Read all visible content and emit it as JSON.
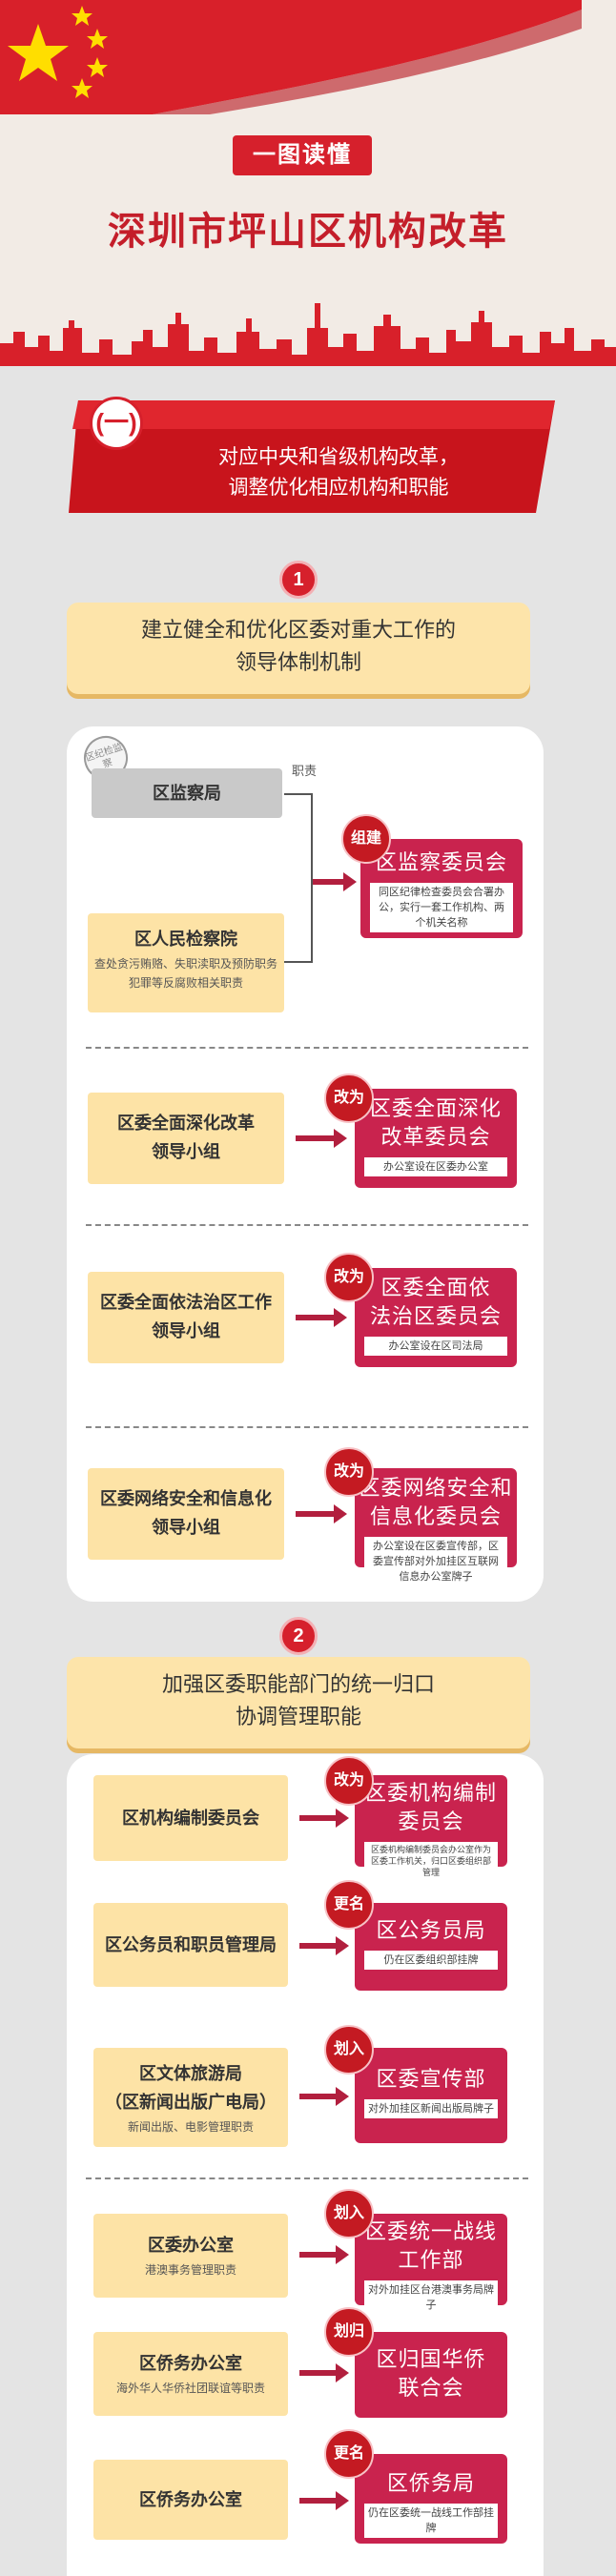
{
  "header": {
    "badge": "一图读懂",
    "title": "深圳市坪山区机构改革"
  },
  "section1": {
    "number": "(一)",
    "lines": [
      "对应中央和省级机构改革，",
      "调整优化相应机构和职能"
    ]
  },
  "part1": {
    "num": "1",
    "lines": [
      "建立健全和优化区委对重大工作的",
      "领导体制机制"
    ],
    "stamp": "区纪检监察",
    "zhize": "职责",
    "left_top": "区监察局",
    "left_mid_title": "区人民检察院",
    "left_mid_sub": [
      "查处贪污贿赂、失职渎职及预防职务",
      "犯罪等反腐败相关职责"
    ],
    "tag1": "组建",
    "right1_title": "区监察委员会",
    "right1_note": "同区纪律检查委员会合署办公，实行一套工作机构、两个机关名称",
    "row2_left": [
      "区委全面深化改革",
      "领导小组"
    ],
    "row2_tag": "改为",
    "row2_right": [
      "区委全面深化",
      "改革委员会"
    ],
    "row2_note": "办公室设在区委办公室",
    "row3_left": [
      "区委全面依法治区工作",
      "领导小组"
    ],
    "row3_tag": "改为",
    "row3_right": [
      "区委全面依",
      "法治区委员会"
    ],
    "row3_note": "办公室设在区司法局",
    "row4_left": [
      "区委网络安全和信息化",
      "领导小组"
    ],
    "row4_tag": "改为",
    "row4_right": [
      "区委网络安全和",
      "信息化委员会"
    ],
    "row4_note": "办公室设在区委宣传部，区委宣传部对外加挂区互联网信息办公室牌子"
  },
  "part2": {
    "num": "2",
    "lines": [
      "加强区委职能部门的统一归口",
      "协调管理职能"
    ],
    "r1_left": "区机构编制委员会",
    "r1_tag": "改为",
    "r1_right": [
      "区委机构编制",
      "委员会"
    ],
    "r1_note": "区委机构编制委员会办公室作为区委工作机关，归口区委组织部管理",
    "r2_left": "区公务员和职员管理局",
    "r2_tag": "更名",
    "r2_right": [
      "区公务员局"
    ],
    "r2_note": "仍在区委组织部挂牌",
    "r3_left": [
      "区文体旅游局",
      "（区新闻出版广电局）"
    ],
    "r3_sub": "新闻出版、电影管理职责",
    "r3_tag": "划入",
    "r3_right": [
      "区委宣传部"
    ],
    "r3_note": "对外加挂区新闻出版局牌子",
    "r4_left": "区委办公室",
    "r4_sub": "港澳事务管理职责",
    "r4_tag": "划入",
    "r4_right": [
      "区委统一战线",
      "工作部"
    ],
    "r4_note": "对外加挂区台港澳事务局牌子",
    "r5_left": "区侨务办公室",
    "r5_sub": "海外华人华侨社团联谊等职责",
    "r5_tag": "划归",
    "r5_right": [
      "区归国华侨",
      "联合会"
    ],
    "r6_left": "区侨务办公室",
    "r6_tag": "更名",
    "r6_right": [
      "区侨务局"
    ],
    "r6_note": "仍在区委统一战线工作部挂牌"
  },
  "colors": {
    "red": "#d6202c",
    "crimson": "#c9234e",
    "yellow": "#fde3a6",
    "gray": "#c9c9c9",
    "background": "#e4e4e4"
  }
}
